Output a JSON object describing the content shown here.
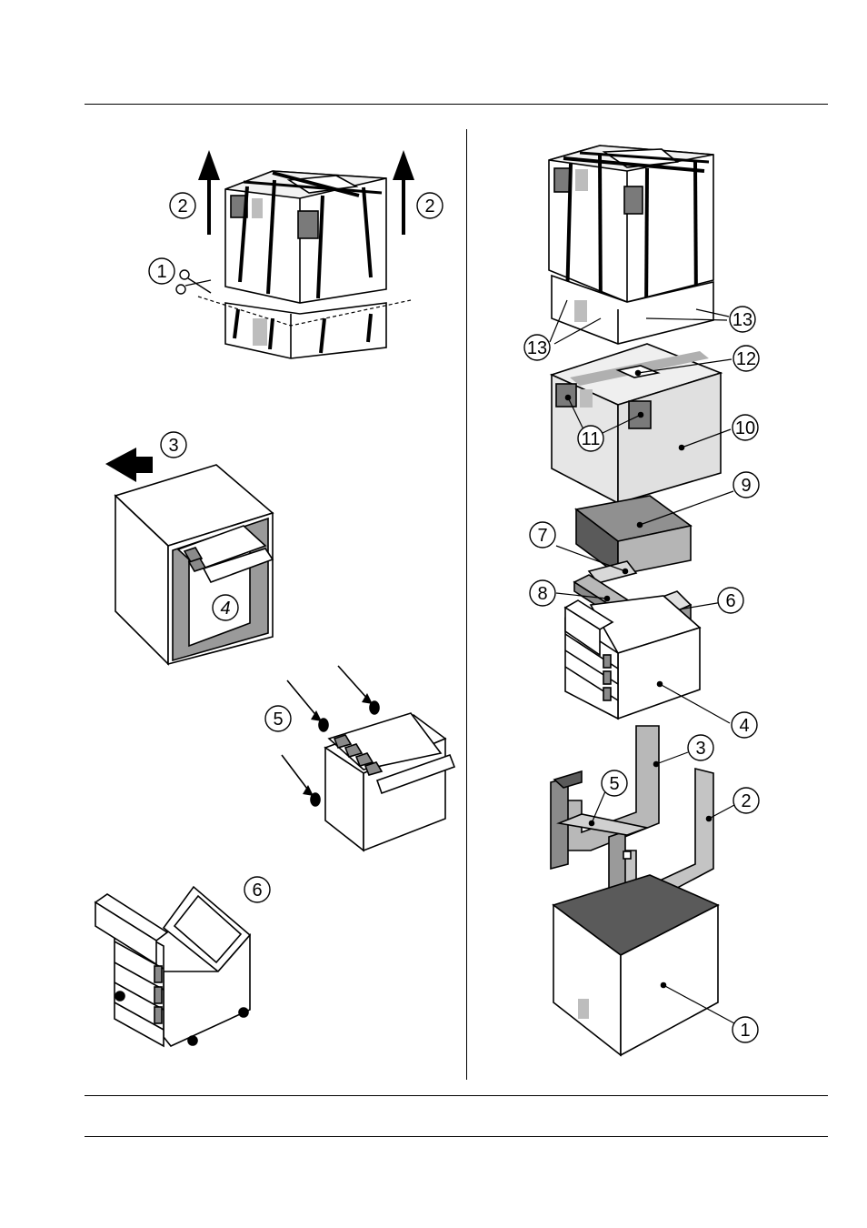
{
  "left_panel": {
    "step1": "1",
    "step2_left": "2",
    "step2_right": "2",
    "step3": "3",
    "step4": "4",
    "step5": "5",
    "step6": "6"
  },
  "right_panel": {
    "callouts": [
      "13",
      "13",
      "12",
      "11",
      "10",
      "9",
      "7",
      "8",
      "6",
      "4",
      "3",
      "5",
      "2",
      "1"
    ]
  },
  "colors": {
    "line": "#000000",
    "light_gray": "#d0d0d0",
    "mid_gray": "#a0a0a0",
    "dark_gray": "#585858"
  }
}
